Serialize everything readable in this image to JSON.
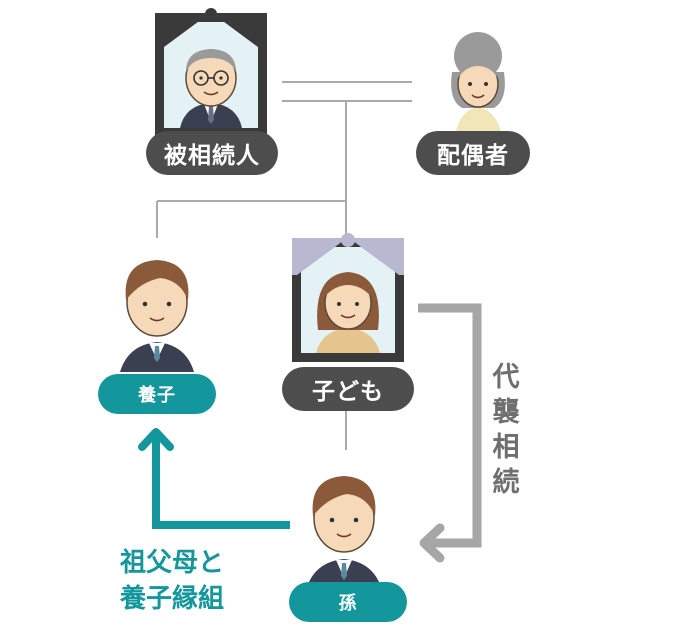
{
  "nodes": {
    "deceased": "被相続人",
    "spouse": "配偶者",
    "adopted_child": "養子",
    "child": "子ども",
    "grandchild": "孫"
  },
  "labels": {
    "representation_inheritance": "代襲相続",
    "adoption_line1": "祖父母と",
    "adoption_line2": "養子縁組"
  },
  "colors": {
    "teal": "#14979c",
    "dark": "#4d4d4d",
    "gray_line": "#aaaaaa",
    "gray_arrow": "#a6a6a6"
  }
}
